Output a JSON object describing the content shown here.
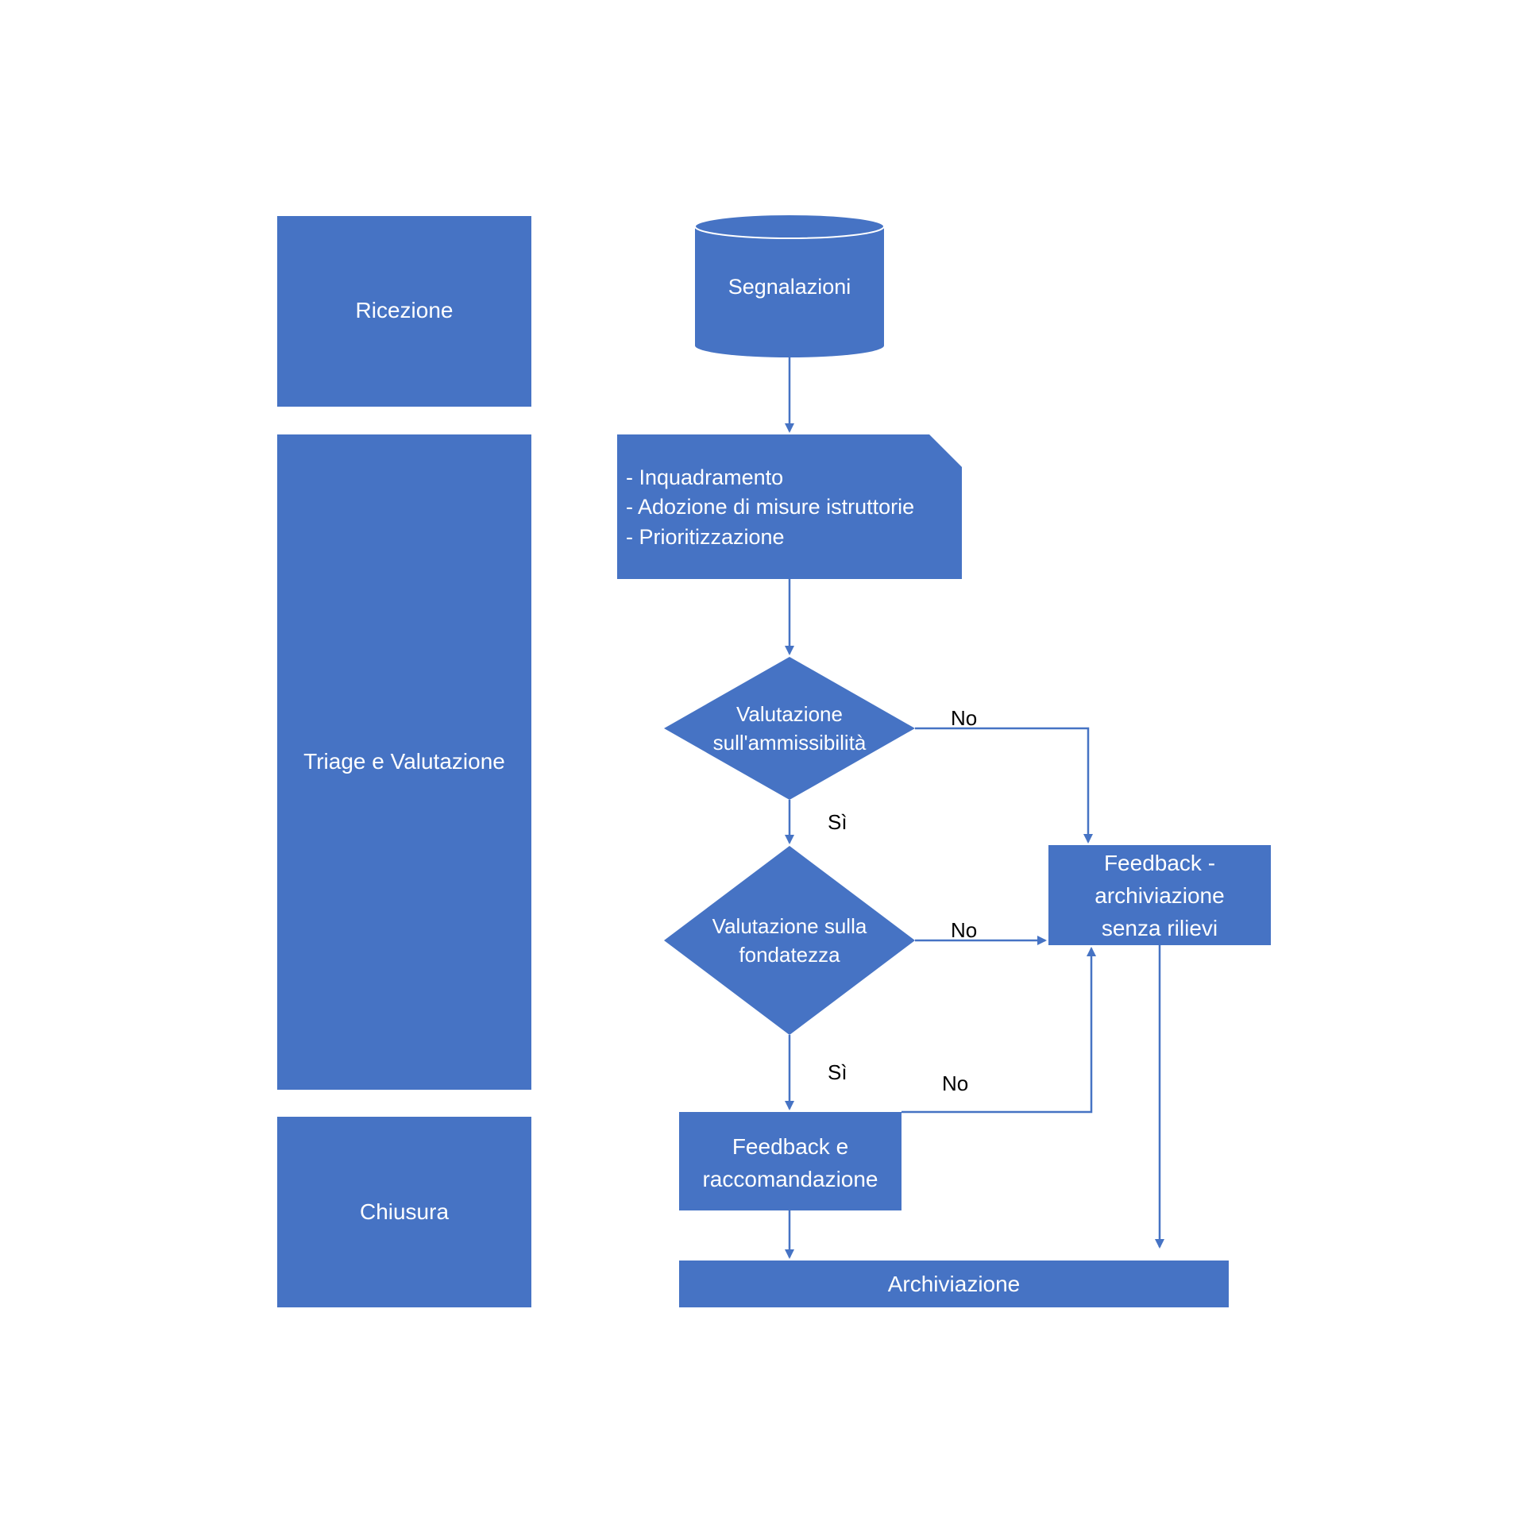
{
  "colors": {
    "shape_fill": "#4673C4",
    "connector": "#4673C4",
    "shape_text": "#ffffff",
    "connector_text": "#000000",
    "background": "#ffffff"
  },
  "phases": {
    "ricezione": "Ricezione",
    "triage": "Triage e Valutazione",
    "chiusura": "Chiusura"
  },
  "nodes": {
    "segnalazioni": "Segnalazioni",
    "istruttoria": [
      "- Inquadramento",
      "- Adozione di misure istruttorie",
      "- Prioritizzazione"
    ],
    "ammissibilita": [
      "Valutazione",
      "sull'ammissibilità"
    ],
    "fondatezza": [
      "Valutazione sulla",
      "fondatezza"
    ],
    "feedback_archiviazione": [
      "Feedback -",
      "archiviazione",
      "senza rilievi"
    ],
    "feedback_raccomandazione": [
      "Feedback e",
      "raccomandazione"
    ],
    "archiviazione": "Archiviazione"
  },
  "edge_labels": {
    "ammissibilita_no": "No",
    "ammissibilita_si": "Sì",
    "fondatezza_no": "No",
    "fondatezza_si": "Sì",
    "raccomandazione_no": "No"
  }
}
